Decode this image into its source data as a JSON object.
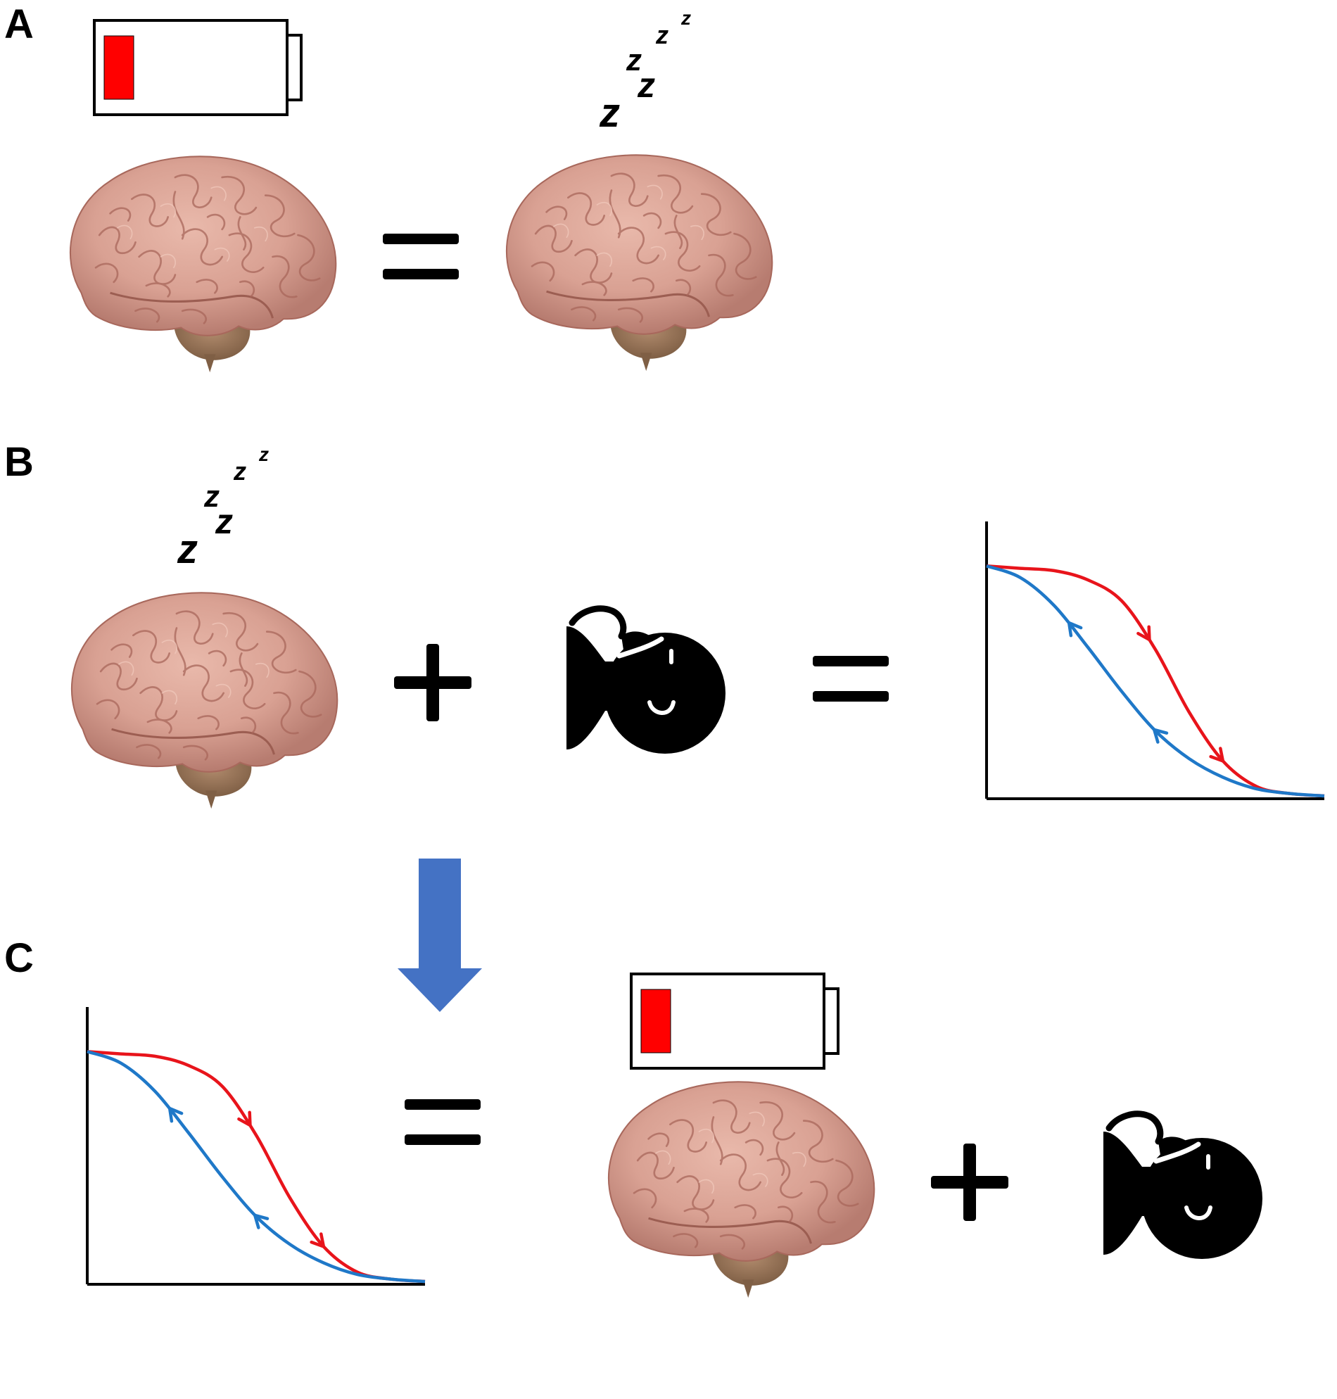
{
  "panels": {
    "a": {
      "label": "A"
    },
    "b": {
      "label": "B"
    },
    "c": {
      "label": "C"
    }
  },
  "symbols": {
    "sleep": "z",
    "equals": "=",
    "plus": "+"
  },
  "icons": {
    "brain": "brain-icon",
    "battery": "low-battery-icon",
    "sleep": "sleep-zzz-icon",
    "person": "sleeping-person-with-eye-mask-icon",
    "arrow": "down-arrow-icon"
  },
  "colors": {
    "battery_level": "#ff0000",
    "forward_curve": "#e8141b",
    "return_curve": "#1f78c8",
    "arrow": "#4472c4",
    "brain": "#d9a193"
  },
  "battery_charge_fraction": 0.17,
  "chart_data": [
    {
      "type": "line",
      "series": [
        {
          "x": [
            0,
            10,
            20,
            30,
            40,
            50,
            60,
            70,
            80,
            90,
            100
          ],
          "y": [
            0.99,
            0.98,
            0.97,
            0.93,
            0.84,
            0.63,
            0.36,
            0.15,
            0.04,
            0.01,
            0.0
          ]
        },
        {
          "x": [
            0,
            10,
            20,
            30,
            40,
            50,
            60,
            70,
            80,
            90,
            100
          ],
          "y": [
            0.99,
            0.94,
            0.82,
            0.64,
            0.45,
            0.28,
            0.16,
            0.08,
            0.03,
            0.01,
            0.0
          ]
        }
      ]
    },
    {
      "type": "line",
      "series": [
        {
          "x": [
            0,
            10,
            20,
            30,
            40,
            50,
            60,
            70,
            80,
            90,
            100
          ],
          "y": [
            0.99,
            0.98,
            0.97,
            0.93,
            0.84,
            0.63,
            0.36,
            0.15,
            0.04,
            0.01,
            0.0
          ]
        },
        {
          "x": [
            0,
            10,
            20,
            30,
            40,
            50,
            60,
            70,
            80,
            90,
            100
          ],
          "y": [
            0.99,
            0.94,
            0.82,
            0.64,
            0.45,
            0.28,
            0.16,
            0.08,
            0.03,
            0.01,
            0.0
          ]
        }
      ]
    }
  ]
}
